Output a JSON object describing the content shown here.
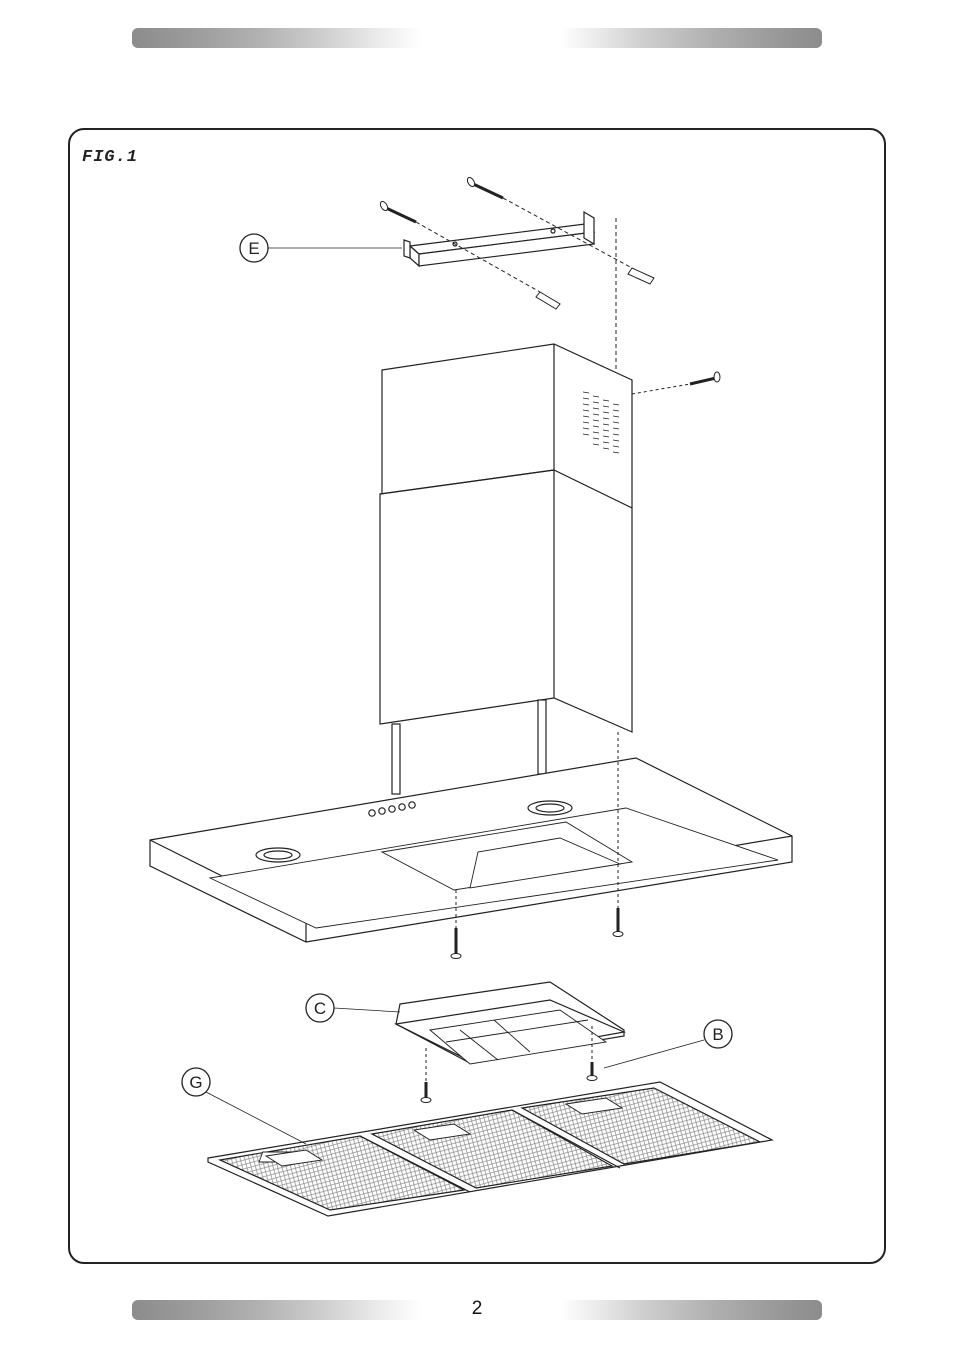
{
  "figure": {
    "title": "FIG.1"
  },
  "labels": {
    "e": "E",
    "c": "C",
    "b": "B",
    "g": "G"
  },
  "page": {
    "number": "2"
  },
  "colors": {
    "line": "#222222",
    "mesh": "#888888",
    "bar_dark": "#8c8c8c"
  }
}
